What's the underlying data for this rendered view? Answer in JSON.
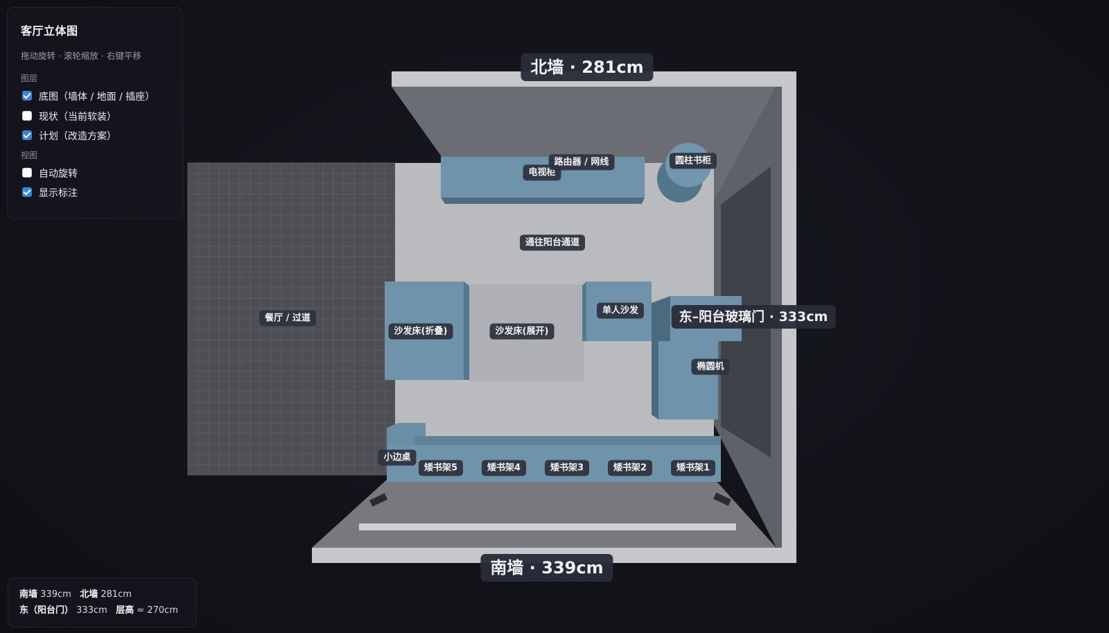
{
  "panel": {
    "title": "客厅立体图",
    "hint": "拖动旋转 · 滚轮缩放 · 右键平移",
    "layers_label": "图层",
    "layers": [
      {
        "label": "底图（墙体 / 地面 / 插座）",
        "checked": true
      },
      {
        "label": "现状（当前软装）",
        "checked": false
      },
      {
        "label": "计划（改造方案）",
        "checked": true
      }
    ],
    "view_label": "视图",
    "view_options": [
      {
        "label": "自动旋转",
        "checked": false
      },
      {
        "label": "显示标注",
        "checked": true
      }
    ]
  },
  "walls": {
    "north": "北墙 · 281cm",
    "south": "南墙 · 339cm",
    "east": "东–阳台玻璃门 · 333cm"
  },
  "labels": {
    "tv_cabinet": "电视柜",
    "router": "路由器 / 网线",
    "column_bookcase": "圆柱书柜",
    "passage": "通往阳台通道",
    "dining": "餐厅 / 过道",
    "sofa_folded": "沙发床(折叠)",
    "sofa_unfolded": "沙发床(展开)",
    "armchair": "单人沙发",
    "elliptical": "椭圆机",
    "side_table": "小边桌",
    "shelf5": "矮书架5",
    "shelf4": "矮书架4",
    "shelf3": "矮书架3",
    "shelf2": "矮书架2",
    "shelf1": "矮书架1"
  },
  "info": {
    "south_key": "南墙",
    "south_val": "339cm",
    "north_key": "北墙",
    "north_val": "281cm",
    "east_key": "东（阳台门）",
    "east_val": "333cm",
    "height_key": "层高",
    "height_val": "≈ 270cm"
  },
  "colors": {
    "furniture": "#6f93ab",
    "floor": "#b9bbbf",
    "wall": "#6d6f76",
    "background": "#121319",
    "accent": "#3a83d6"
  }
}
